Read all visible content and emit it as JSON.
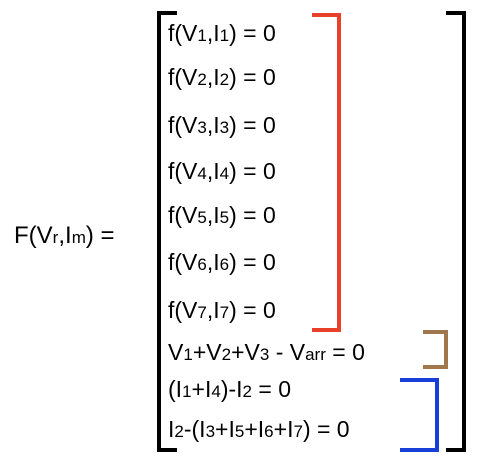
{
  "lhs": {
    "func": "F(V",
    "sub1": "r",
    "mid": ",I",
    "sub2": "m",
    "tail": ") ="
  },
  "rows": [
    {
      "a": "f(V",
      "s1": "1",
      "b": ",I",
      "s2": "1",
      "c": ") = 0"
    },
    {
      "a": "f(V",
      "s1": "2",
      "b": ",I",
      "s2": "2",
      "c": ") = 0"
    },
    {
      "a": "f(V",
      "s1": "3",
      "b": ",I",
      "s2": "3",
      "c": ") = 0"
    },
    {
      "a": "f(V",
      "s1": "4",
      "b": ",I",
      "s2": "4",
      "c": ") = 0"
    },
    {
      "a": "f(V",
      "s1": "5",
      "b": ",I",
      "s2": "5",
      "c": ") = 0"
    },
    {
      "a": "f(V",
      "s1": "6",
      "b": ",I",
      "s2": "6",
      "c": ") = 0"
    },
    {
      "a": "f(V",
      "s1": "7",
      "b": ",I",
      "s2": "7",
      "c": ") = 0"
    }
  ],
  "kvl": {
    "p1": "V",
    "s1": "1",
    "p2": "+V",
    "s2": "2",
    "p3": "+V",
    "s3": "3",
    "p4": " - V",
    "s4": "arr",
    "p5": " = 0"
  },
  "kcl1": {
    "p1": "(I",
    "s1": "1",
    "p2": "+I",
    "s2": "4",
    "p3": ")-I",
    "s3": "2",
    "p4": " = 0"
  },
  "kcl2": {
    "p1": "I",
    "s1": "2",
    "p2": "-(I",
    "s2": "3",
    "p3": "+I",
    "s3": "5",
    "p4": "+I",
    "s4": "6",
    "p5": "+I",
    "s5": "7",
    "p6": ") = 0"
  },
  "colors": {
    "outer_bracket": "#000000",
    "device_bracket": "#e8402a",
    "kvl_bracket": "#a0774a",
    "kcl_bracket": "#1a3fd6"
  }
}
